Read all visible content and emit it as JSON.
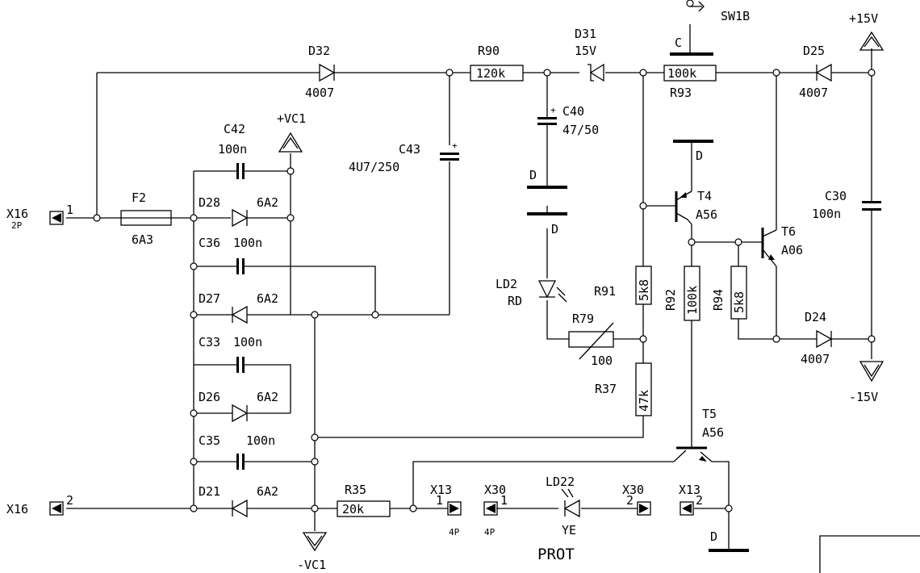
{
  "switch": {
    "name": "SW1B",
    "pin": "C"
  },
  "supplies": {
    "pos15": "+15V",
    "neg15": "-15V",
    "vc1_pos": "+VC1",
    "vc1_neg": "-VC1"
  },
  "connectors": {
    "x16_1": {
      "name": "X16",
      "type": "2P",
      "pin": "1"
    },
    "x16_2": {
      "name": "X16",
      "pin": "2"
    },
    "x13_1": {
      "name": "X13",
      "pin": "1",
      "type": "4P"
    },
    "x30_1": {
      "name": "X30",
      "pin": "1",
      "type": "4P"
    },
    "x30_2": {
      "name": "X30",
      "pin": "2"
    },
    "x13_2": {
      "name": "X13",
      "pin": "2"
    }
  },
  "components": {
    "F2": {
      "ref": "F2",
      "value": "6A3"
    },
    "D32": {
      "ref": "D32",
      "value": "4007"
    },
    "R90": {
      "ref": "R90",
      "value": "120k"
    },
    "D31": {
      "ref": "D31",
      "value": "15V"
    },
    "R93": {
      "ref": "R93",
      "value": "100k"
    },
    "D25": {
      "ref": "D25",
      "value": "4007"
    },
    "C42": {
      "ref": "C42",
      "value": "100n"
    },
    "C43": {
      "ref": "C43",
      "value": "4U7/250"
    },
    "C40": {
      "ref": "C40",
      "value": "47/50"
    },
    "D28": {
      "ref": "D28",
      "value": "6A2"
    },
    "C36": {
      "ref": "C36",
      "value": "100n"
    },
    "D27": {
      "ref": "D27",
      "value": "6A2"
    },
    "C33": {
      "ref": "C33",
      "value": "100n"
    },
    "D26": {
      "ref": "D26",
      "value": "6A2"
    },
    "C35": {
      "ref": "C35",
      "value": "100n"
    },
    "D21": {
      "ref": "D21",
      "value": "6A2"
    },
    "R35": {
      "ref": "R35",
      "value": "20k"
    },
    "LD2": {
      "ref": "LD2",
      "value": "RD"
    },
    "R79": {
      "ref": "R79",
      "value": "100"
    },
    "R91": {
      "ref": "R91",
      "value": "5k8"
    },
    "R92": {
      "ref": "R92",
      "value": "100k"
    },
    "R94": {
      "ref": "R94",
      "value": "5k8"
    },
    "R37": {
      "ref": "R37",
      "value": "47k"
    },
    "T4": {
      "ref": "T4",
      "value": "A56"
    },
    "T5": {
      "ref": "T5",
      "value": "A56"
    },
    "T6": {
      "ref": "T6",
      "value": "A06"
    },
    "C30": {
      "ref": "C30",
      "value": "100n"
    },
    "D24": {
      "ref": "D24",
      "value": "4007"
    },
    "LD22": {
      "ref": "LD22",
      "value": "YE"
    }
  },
  "plus_sign": "+",
  "pin_d": "D",
  "prot_label": "PROT"
}
